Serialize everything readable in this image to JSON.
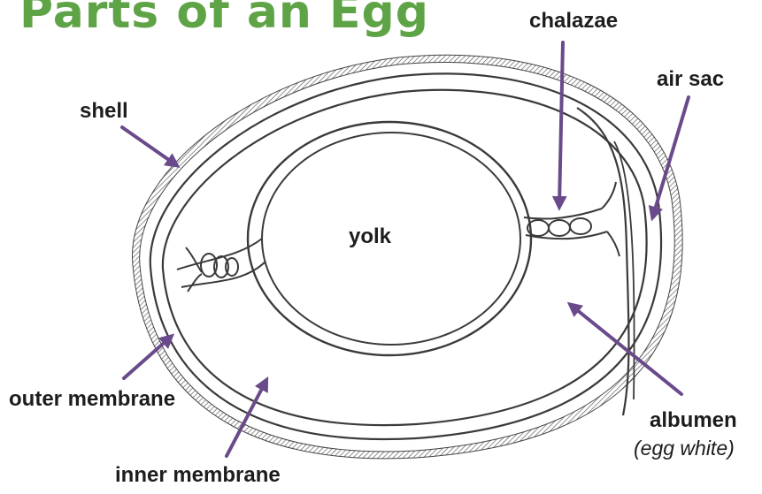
{
  "title": "Parts of an Egg",
  "labels": {
    "chalazae": "chalazae",
    "air_sac": "air sac",
    "shell": "shell",
    "yolk": "yolk",
    "outer_membrane": "outer membrane",
    "inner_membrane": "inner membrane",
    "albumen": "albumen",
    "albumen_note": "(egg white)"
  },
  "colors": {
    "title": "#5fa347",
    "arrow": "#6a4a8a",
    "line": "#3a3a3a",
    "text": "#1d1d1d"
  }
}
